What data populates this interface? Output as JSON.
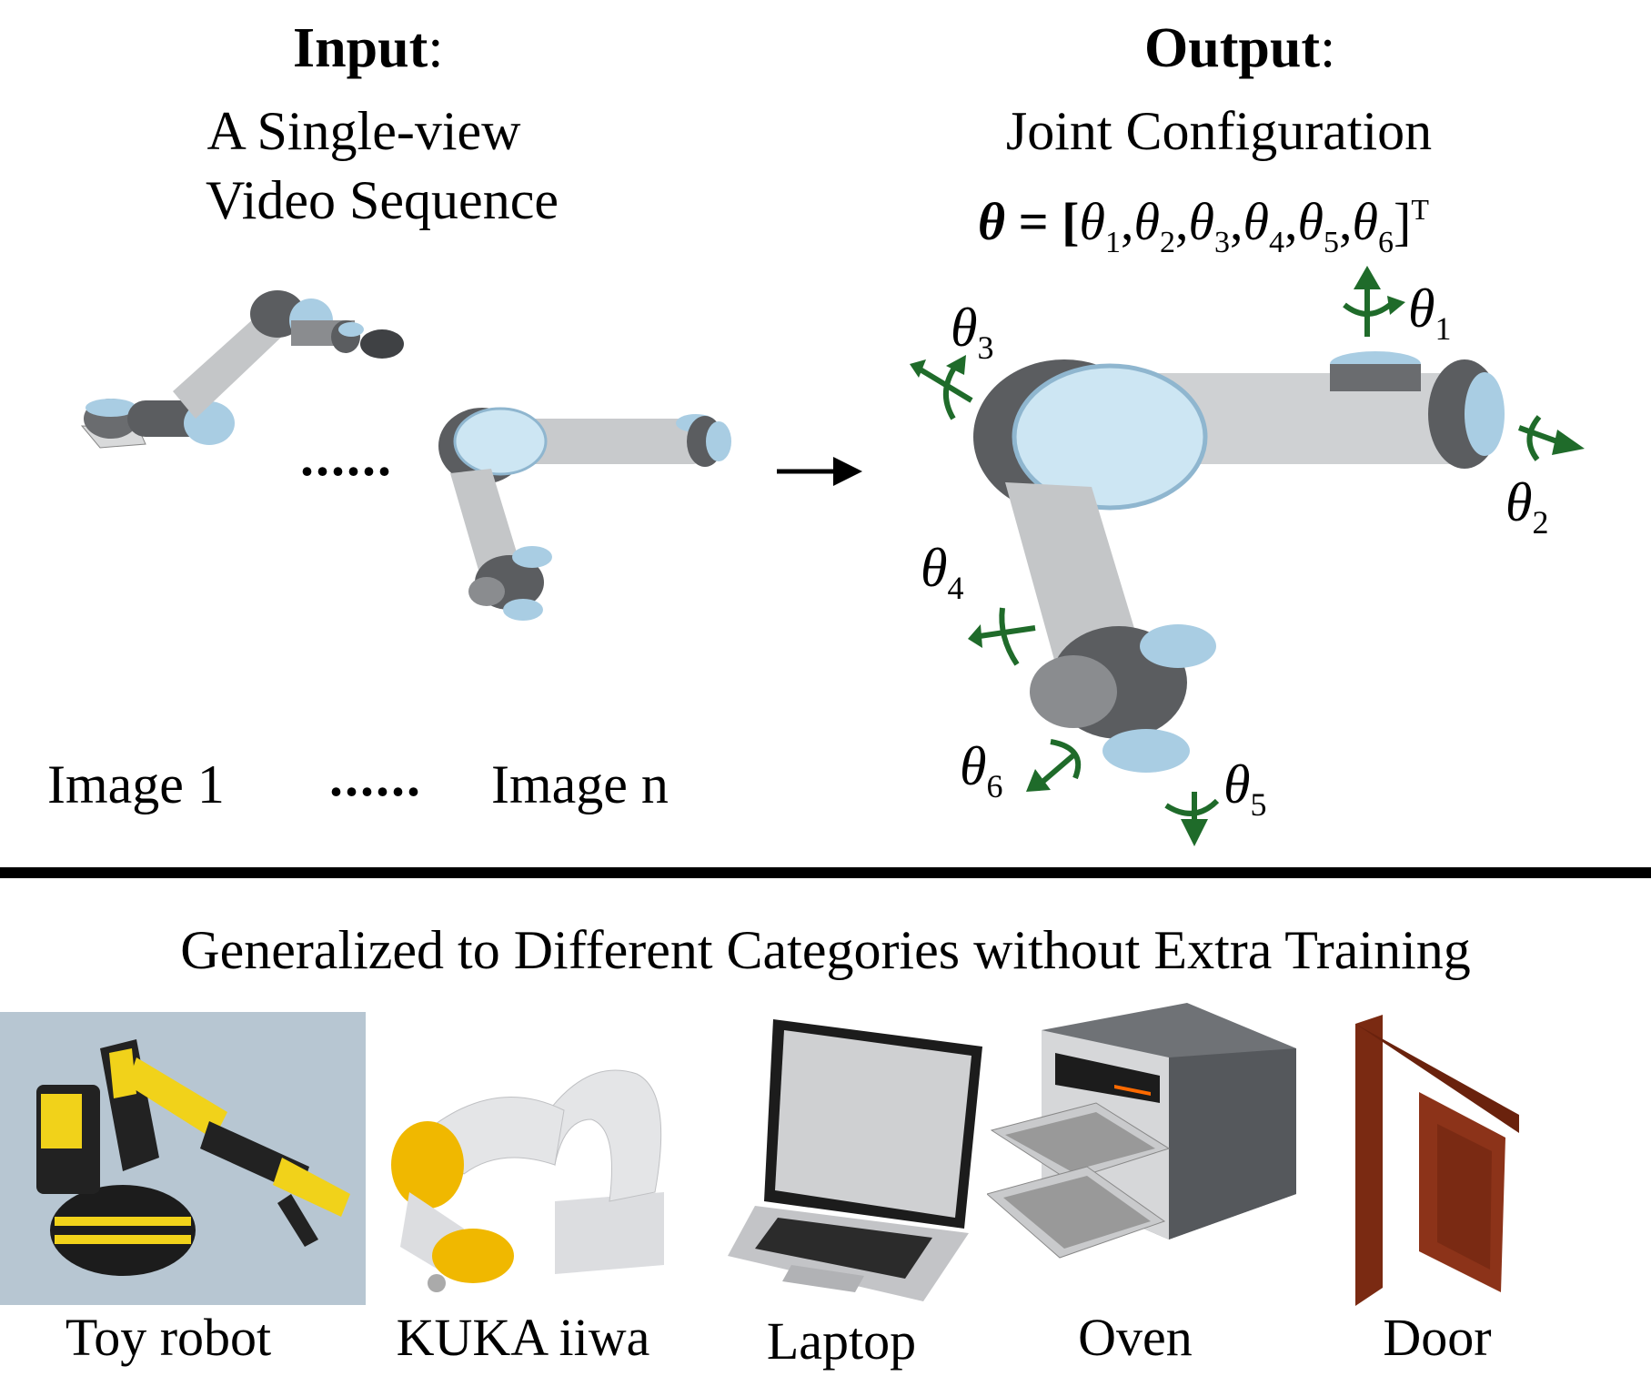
{
  "input": {
    "heading_bold": "Input",
    "heading_colon": ":",
    "line1": "A Single-view",
    "line2": "Video  Sequence",
    "dots_top": "......",
    "image_first_label": "Image 1",
    "dots_bottom": "......",
    "image_last_label": "Image n"
  },
  "output": {
    "heading_bold": "Output",
    "heading_colon": ":",
    "line1": "Joint Configuration",
    "formula": {
      "lhs": "θ",
      "equals": " = [",
      "symbol": "θ",
      "subscripts": [
        "1",
        "2",
        "3",
        "4",
        "5",
        "6"
      ],
      "close": "]",
      "transpose": "T"
    },
    "joint_labels": [
      {
        "symbol": "θ",
        "sub": "1"
      },
      {
        "symbol": "θ",
        "sub": "2"
      },
      {
        "symbol": "θ",
        "sub": "3"
      },
      {
        "symbol": "θ",
        "sub": "4"
      },
      {
        "symbol": "θ",
        "sub": "5"
      },
      {
        "symbol": "θ",
        "sub": "6"
      }
    ]
  },
  "bottom": {
    "caption": "Generalized to Different Categories without Extra Training",
    "categories": [
      "Toy robot",
      "KUKA iiwa",
      "Laptop",
      "Oven",
      "Door"
    ]
  },
  "colors": {
    "arrow_green": "#1f6b2a",
    "robot_gray": "#b9bcbf",
    "robot_dark": "#5b5d60",
    "robot_blue": "#a9cde3",
    "toy_bg": "#b7c6d2",
    "toy_yellow": "#f1d21a",
    "door_brown": "#7a2a12"
  }
}
